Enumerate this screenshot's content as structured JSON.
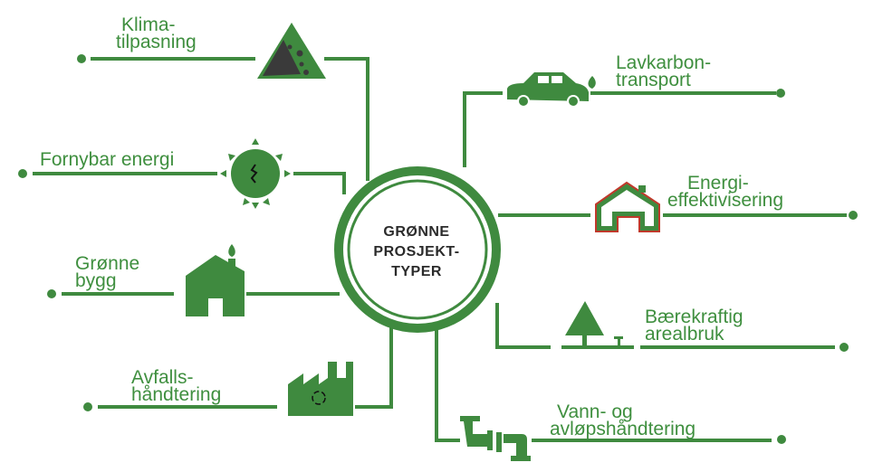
{
  "center": {
    "line1": "GRØNNE",
    "line2": "PROSJEKT-",
    "line3": "TYPER"
  },
  "colors": {
    "green": "#3f8a3f",
    "dark": "#3a3a3a",
    "red": "#c0392b"
  },
  "categories": [
    {
      "id": "klima",
      "line1": "Klima-",
      "line2": "tilpasning",
      "icon": "landslide-triangle-icon"
    },
    {
      "id": "fornybar",
      "line1": "Fornybar energi",
      "icon": "sun-icon"
    },
    {
      "id": "bygg",
      "line1": "Grønne",
      "line2": "bygg",
      "icon": "building-flame-icon"
    },
    {
      "id": "avfall",
      "line1": "Avfalls-",
      "line2": "håndtering",
      "icon": "factory-recycle-icon"
    },
    {
      "id": "lavkarbon",
      "line1": "Lavkarbon-",
      "line2": "transport",
      "icon": "car-leaf-icon"
    },
    {
      "id": "energi",
      "line1": "Energi-",
      "line2": "effektivisering",
      "icon": "house-outline-icon"
    },
    {
      "id": "areal",
      "line1": "Bærekraftig",
      "line2": "arealbruk",
      "icon": "tree-icon"
    },
    {
      "id": "vann",
      "line1": "Vann- og",
      "line2": "avløpshåndtering",
      "icon": "pipe-icon"
    }
  ]
}
